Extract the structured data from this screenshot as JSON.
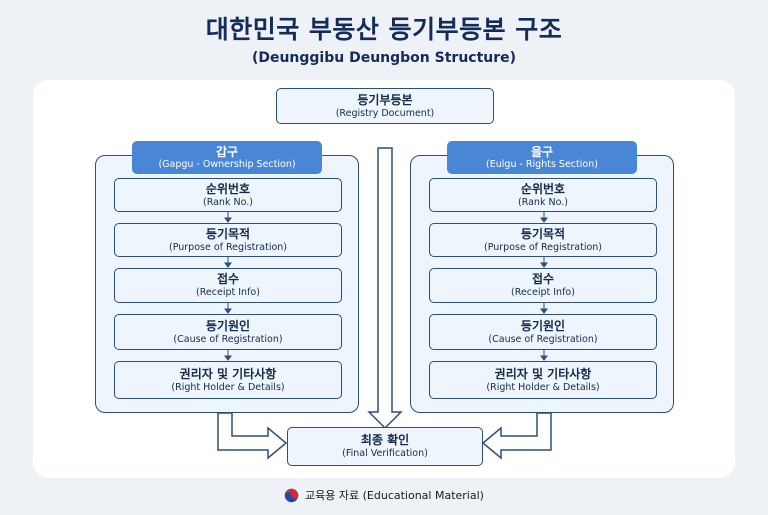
{
  "header": {
    "title": "대한민국 부동산 등기부등본 구조",
    "subtitle": "(Deunggibu Deungbon Structure)"
  },
  "top_box": {
    "ko": "등기부등본",
    "en": "(Registry Document)"
  },
  "left_section": {
    "ko": "갑구",
    "en": "(Gapgu - Ownership Section)",
    "items": [
      {
        "ko": "순위번호",
        "en": "(Rank No.)"
      },
      {
        "ko": "등기목적",
        "en": "(Purpose of Registration)"
      },
      {
        "ko": "접수",
        "en": "(Receipt Info)"
      },
      {
        "ko": "등기원인",
        "en": "(Cause of Registration)"
      },
      {
        "ko": "권리자 및 기타사항",
        "en": "(Right Holder & Details)"
      }
    ]
  },
  "right_section": {
    "ko": "을구",
    "en": "(Eulgu - Rights Section)",
    "items": [
      {
        "ko": "순위번호",
        "en": "(Rank No.)"
      },
      {
        "ko": "등기목적",
        "en": "(Purpose of Registration)"
      },
      {
        "ko": "접수",
        "en": "(Receipt Info)"
      },
      {
        "ko": "등기원인",
        "en": "(Cause of Registration)"
      },
      {
        "ko": "권리자 및 기타사항",
        "en": "(Right Holder & Details)"
      }
    ]
  },
  "bottom_box": {
    "ko": "최종 확인",
    "en": "(Final Verification)"
  },
  "footer": {
    "text": "교육용 자료 (Educational Material)",
    "icon": "taegeuk-emblem-icon"
  },
  "colors": {
    "navy": "#132c5a",
    "box_border": "#2c4f7c",
    "box_fill": "#eef5fc",
    "header_blue": "#4a86d6",
    "background": "#eef1f6"
  }
}
